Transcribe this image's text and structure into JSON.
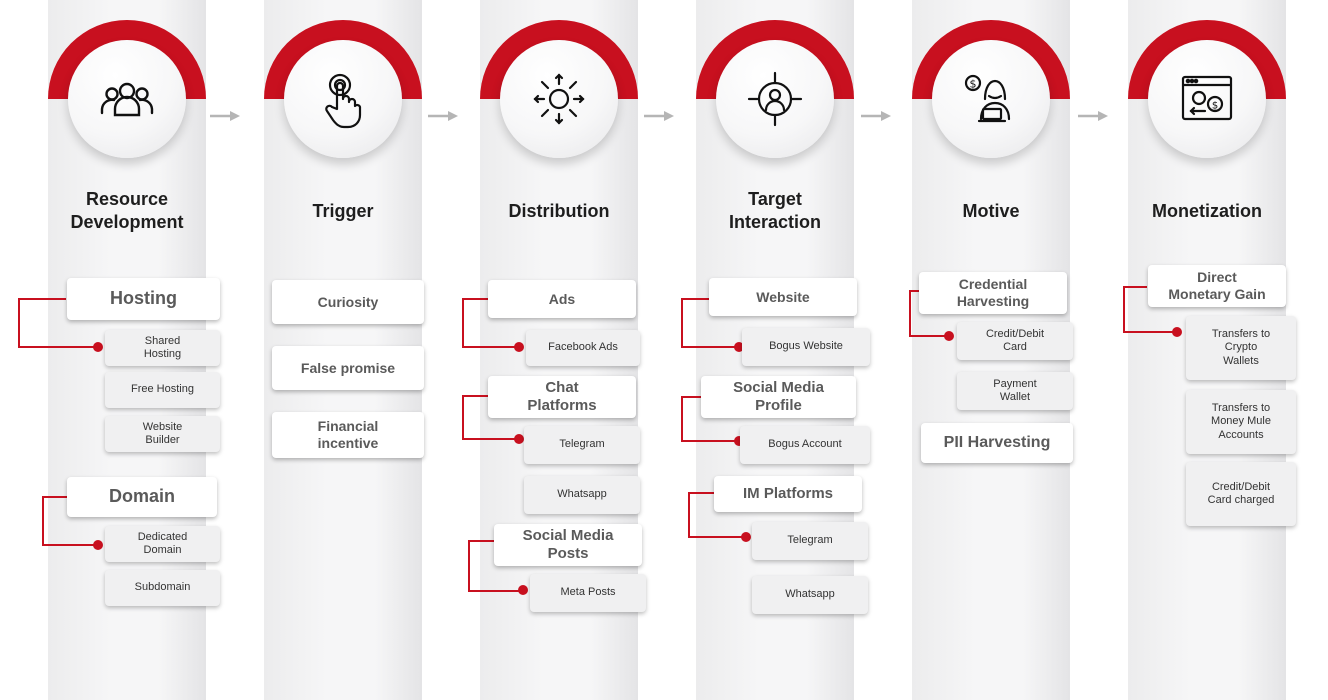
{
  "stages": [
    {
      "title": "Resource\nDevelopment",
      "icon": "users-group-icon"
    },
    {
      "title": "Trigger",
      "icon": "tap-hand-icon"
    },
    {
      "title": "Distribution",
      "icon": "broadcast-sun-icon"
    },
    {
      "title": "Target\nInteraction",
      "icon": "target-person-icon"
    },
    {
      "title": "Motive",
      "icon": "hacker-dollar-icon"
    },
    {
      "title": "Monetization",
      "icon": "browser-money-icon"
    }
  ],
  "resource": {
    "hosting": "Hosting",
    "shared_hosting": "Shared\nHosting",
    "free_hosting": "Free Hosting",
    "website_builder": "Website\nBuilder",
    "domain": "Domain",
    "dedicated_domain": "Dedicated\nDomain",
    "subdomain": "Subdomain"
  },
  "trigger": {
    "curiosity": "Curiosity",
    "false_promise": "False promise",
    "financial_incentive": "Financial\nincentive"
  },
  "distribution": {
    "ads": "Ads",
    "facebook_ads": "Facebook Ads",
    "chat_platforms": "Chat\nPlatforms",
    "telegram": "Telegram",
    "whatsapp": "Whatsapp",
    "social_media_posts": "Social Media\nPosts",
    "meta_posts": "Meta Posts"
  },
  "target": {
    "website": "Website",
    "bogus_website": "Bogus Website",
    "social_media_profile": "Social Media\nProfile",
    "bogus_account": "Bogus Account",
    "im_platforms": "IM Platforms",
    "telegram": "Telegram",
    "whatsapp": "Whatsapp"
  },
  "motive": {
    "credential_harvesting": "Credential\nHarvesting",
    "credit_debit_card": "Credit/Debit\nCard",
    "payment_wallet": "Payment\nWallet",
    "pii_harvesting": "PII Harvesting"
  },
  "monetization": {
    "direct_monetary_gain": "Direct\nMonetary Gain",
    "transfers_crypto": "Transfers to\nCrypto\nWallets",
    "transfers_money_mule": "Transfers to\nMoney Mule\nAccounts",
    "card_charged": "Credit/Debit\nCard charged"
  },
  "colors": {
    "accent": "#c8101f",
    "arrow": "#b5b5b5"
  }
}
